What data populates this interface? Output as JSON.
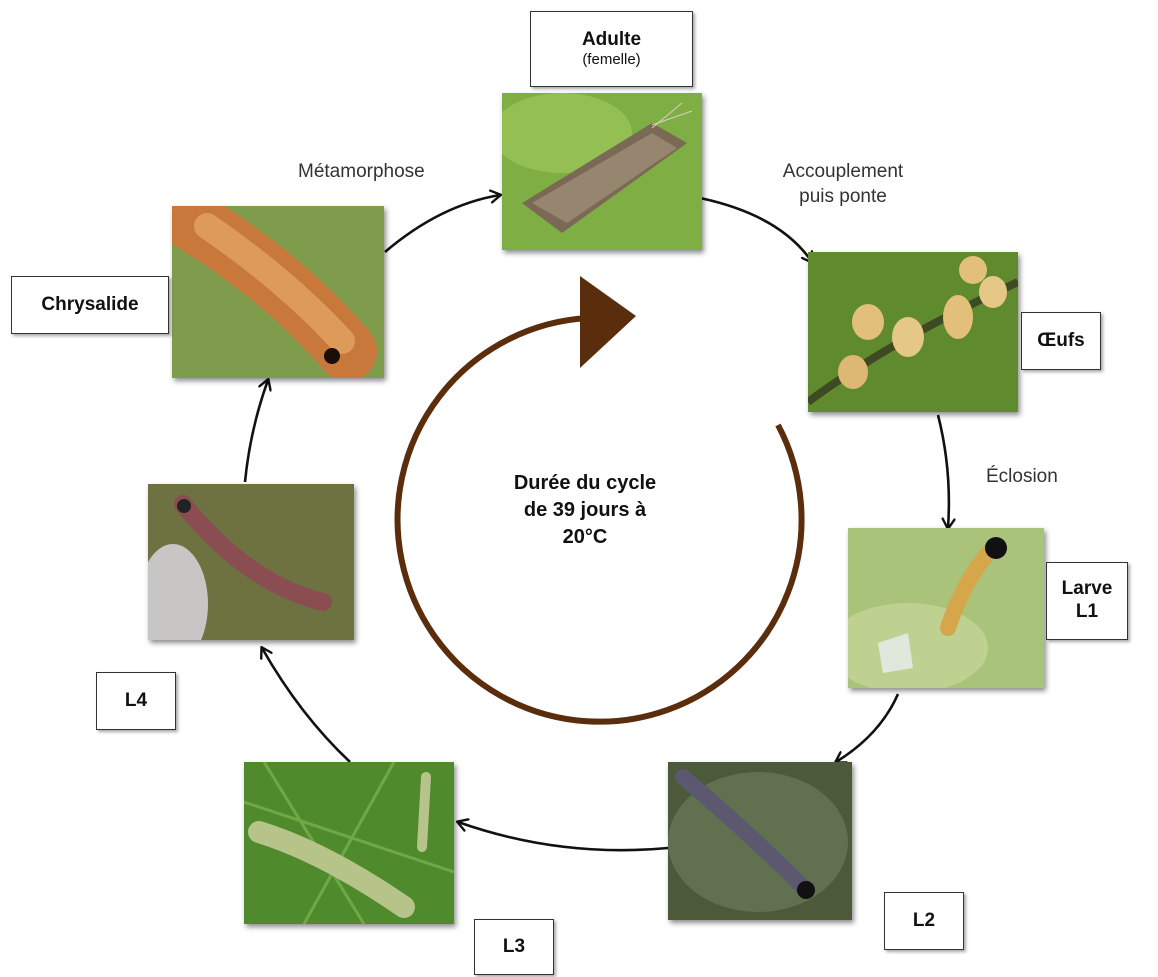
{
  "stages": {
    "adulte": {
      "title": "Adulte",
      "subtitle": "(femelle)"
    },
    "oeufs": {
      "title": "Œufs"
    },
    "larve_l1": {
      "title_line1": "Larve",
      "title_line2": "L1"
    },
    "l2": {
      "title": "L2"
    },
    "l3": {
      "title": "L3"
    },
    "l4": {
      "title": "L4"
    },
    "chrysalide": {
      "title": "Chrysalide"
    }
  },
  "transitions": {
    "metamorphose": "Métamorphose",
    "accouplement_line1": "Accouplement",
    "accouplement_line2": "puis ponte",
    "eclosion": "Éclosion"
  },
  "center": {
    "line1": "Durée du cycle",
    "line2": "de 39 jours à",
    "line3": "20°C"
  },
  "colors": {
    "center_arrow": "#5a2d0c",
    "leaf_green": "#6d9b3a",
    "arrow": "#111111"
  }
}
